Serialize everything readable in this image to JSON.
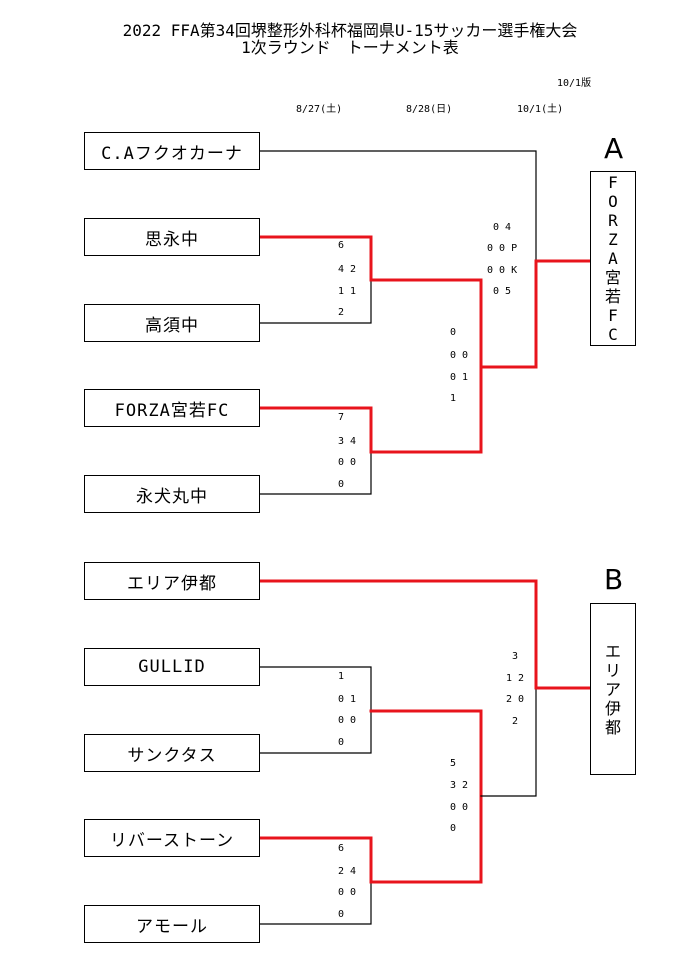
{
  "title": {
    "line1": "2022 FFA第34回堺整形外科杯福岡県U-15サッカー選手権大会",
    "line2": "1次ラウンド　トーナメント表"
  },
  "version": "10/1版",
  "round_dates": [
    "8/27(土)",
    "8/28(日)",
    "10/1(土)"
  ],
  "blocks": [
    {
      "letter": "A",
      "winner": "FORZA宮若FC",
      "teams": [
        "C.Aフクオカーナ",
        "思永中",
        "高須中",
        "FORZA宮若FC",
        "永犬丸中"
      ],
      "scores": {
        "r1_upper": [
          "6",
          "4 2",
          "1 1",
          "2"
        ],
        "r1_lower": [
          "7",
          "3 4",
          "0 0",
          "0"
        ],
        "semi": [
          "0",
          "0 0",
          "0 1",
          "1"
        ],
        "final": [
          "0 4",
          "0 0 P",
          "0 0 K",
          "0 5"
        ]
      }
    },
    {
      "letter": "B",
      "winner": "エリア伊都",
      "teams": [
        "エリア伊都",
        "GULLID",
        "サンクタス",
        "リバーストーン",
        "アモール"
      ],
      "scores": {
        "r1_upper": [
          "1",
          "0 1",
          "0 0",
          "0"
        ],
        "r1_lower": [
          "6",
          "2 4",
          "0 0",
          "0"
        ],
        "semi": [
          "5",
          "3 2",
          "0 0",
          "0"
        ],
        "final": [
          "3",
          "1 2",
          "2 0",
          "2"
        ]
      }
    }
  ],
  "colors": {
    "win_line": "#e8141c",
    "line": "#000000"
  }
}
